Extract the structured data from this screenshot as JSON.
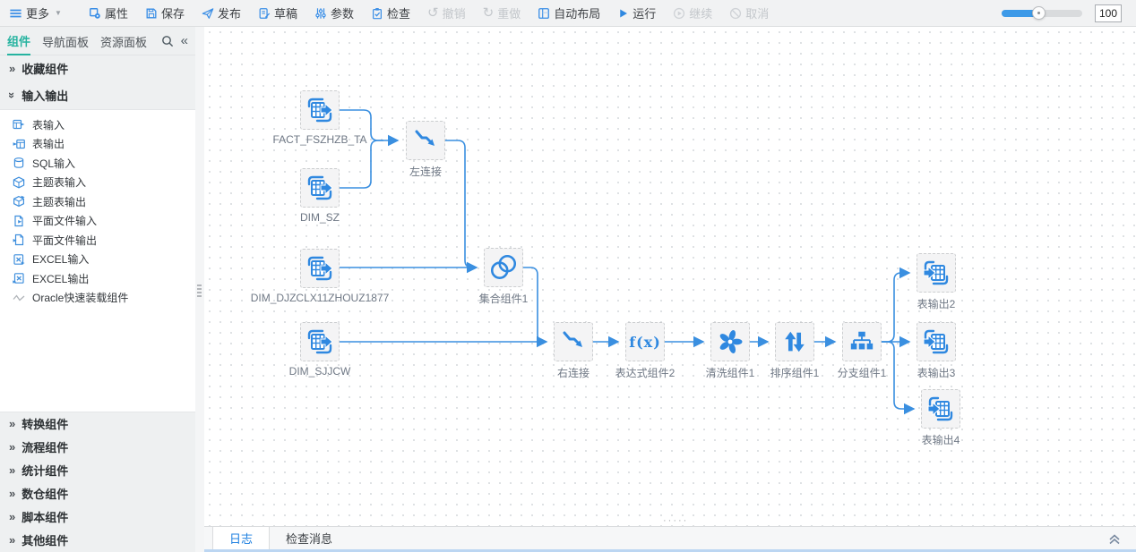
{
  "toolbar": {
    "items": [
      {
        "label": "更多",
        "icon": "menu",
        "disabled": false,
        "has_dropdown": true
      },
      {
        "label": "属性",
        "icon": "properties",
        "disabled": false
      },
      {
        "label": "保存",
        "icon": "save",
        "disabled": false
      },
      {
        "label": "发布",
        "icon": "publish",
        "disabled": false
      },
      {
        "label": "草稿",
        "icon": "draft",
        "disabled": false
      },
      {
        "label": "参数",
        "icon": "params",
        "disabled": false
      },
      {
        "label": "检查",
        "icon": "check",
        "disabled": false
      },
      {
        "label": "撤销",
        "icon": "undo",
        "disabled": true
      },
      {
        "label": "重做",
        "icon": "redo",
        "disabled": true
      },
      {
        "label": "自动布局",
        "icon": "auto-layout",
        "disabled": false
      },
      {
        "label": "运行",
        "icon": "run",
        "disabled": false
      },
      {
        "label": "继续",
        "icon": "continue",
        "disabled": true
      },
      {
        "label": "取消",
        "icon": "cancel",
        "disabled": true
      }
    ],
    "zoom_value": "100"
  },
  "sidebar": {
    "tabs": [
      {
        "label": "组件",
        "active": true
      },
      {
        "label": "导航面板",
        "active": false
      },
      {
        "label": "资源面板",
        "active": false
      }
    ],
    "sections": [
      {
        "label": "收藏组件",
        "expanded": false
      },
      {
        "label": "输入输出",
        "expanded": true,
        "items": [
          {
            "label": "表输入",
            "icon": "table-input"
          },
          {
            "label": "表输出",
            "icon": "table-output"
          },
          {
            "label": "SQL输入",
            "icon": "sql-input"
          },
          {
            "label": "主题表输入",
            "icon": "theme-table-input"
          },
          {
            "label": "主题表输出",
            "icon": "theme-table-output"
          },
          {
            "label": "平面文件输入",
            "icon": "flat-file-input"
          },
          {
            "label": "平面文件输出",
            "icon": "flat-file-output"
          },
          {
            "label": "EXCEL输入",
            "icon": "excel-input"
          },
          {
            "label": "EXCEL输出",
            "icon": "excel-output"
          },
          {
            "label": "Oracle快速装载组件",
            "icon": "oracle-loader"
          }
        ]
      },
      {
        "label": "转换组件",
        "expanded": false
      },
      {
        "label": "流程组件",
        "expanded": false
      },
      {
        "label": "统计组件",
        "expanded": false
      },
      {
        "label": "数仓组件",
        "expanded": false
      },
      {
        "label": "脚本组件",
        "expanded": false
      },
      {
        "label": "其他组件",
        "expanded": false
      }
    ]
  },
  "canvas": {
    "fx_icon_text": "f(x)",
    "nodes": [
      {
        "id": "fact",
        "label": "FACT_FSZHZB_TA",
        "icon": "table-input"
      },
      {
        "id": "dim_sz",
        "label": "DIM_SZ",
        "icon": "table-input"
      },
      {
        "id": "left_join",
        "label": "左连接",
        "icon": "join"
      },
      {
        "id": "dim_djzclx",
        "label": "DIM_DJZCLX11ZHOUZ1877",
        "icon": "table-input"
      },
      {
        "id": "union1",
        "label": "集合组件1",
        "icon": "venn"
      },
      {
        "id": "dim_sjjcw",
        "label": "DIM_SJJCW",
        "icon": "table-input"
      },
      {
        "id": "right_join",
        "label": "右连接",
        "icon": "join"
      },
      {
        "id": "expr2",
        "label": "表达式组件2",
        "icon": "fx"
      },
      {
        "id": "clean1",
        "label": "清洗组件1",
        "icon": "pinwheel"
      },
      {
        "id": "sort1",
        "label": "排序组件1",
        "icon": "sort"
      },
      {
        "id": "branch1",
        "label": "分支组件1",
        "icon": "branch"
      },
      {
        "id": "out2",
        "label": "表输出2",
        "icon": "table-output"
      },
      {
        "id": "out3",
        "label": "表输出3",
        "icon": "table-output"
      },
      {
        "id": "out4",
        "label": "表输出4",
        "icon": "table-output"
      }
    ],
    "edges": [
      [
        "fact",
        "left_join"
      ],
      [
        "dim_sz",
        "left_join"
      ],
      [
        "left_join",
        "union1"
      ],
      [
        "dim_djzclx",
        "union1"
      ],
      [
        "union1",
        "right_join"
      ],
      [
        "dim_sjjcw",
        "right_join"
      ],
      [
        "right_join",
        "expr2"
      ],
      [
        "expr2",
        "clean1"
      ],
      [
        "clean1",
        "sort1"
      ],
      [
        "sort1",
        "branch1"
      ],
      [
        "branch1",
        "out2"
      ],
      [
        "branch1",
        "out3"
      ],
      [
        "branch1",
        "out4"
      ]
    ]
  },
  "bottom_panel": {
    "tabs": [
      {
        "label": "日志",
        "active": true
      },
      {
        "label": "检查消息",
        "active": false
      }
    ]
  },
  "colors": {
    "accent_blue": "#2f88e0",
    "teal": "#26b3a0",
    "edge_blue": "#3a8fe0",
    "toolbar_bg": "#f1f2f3"
  }
}
